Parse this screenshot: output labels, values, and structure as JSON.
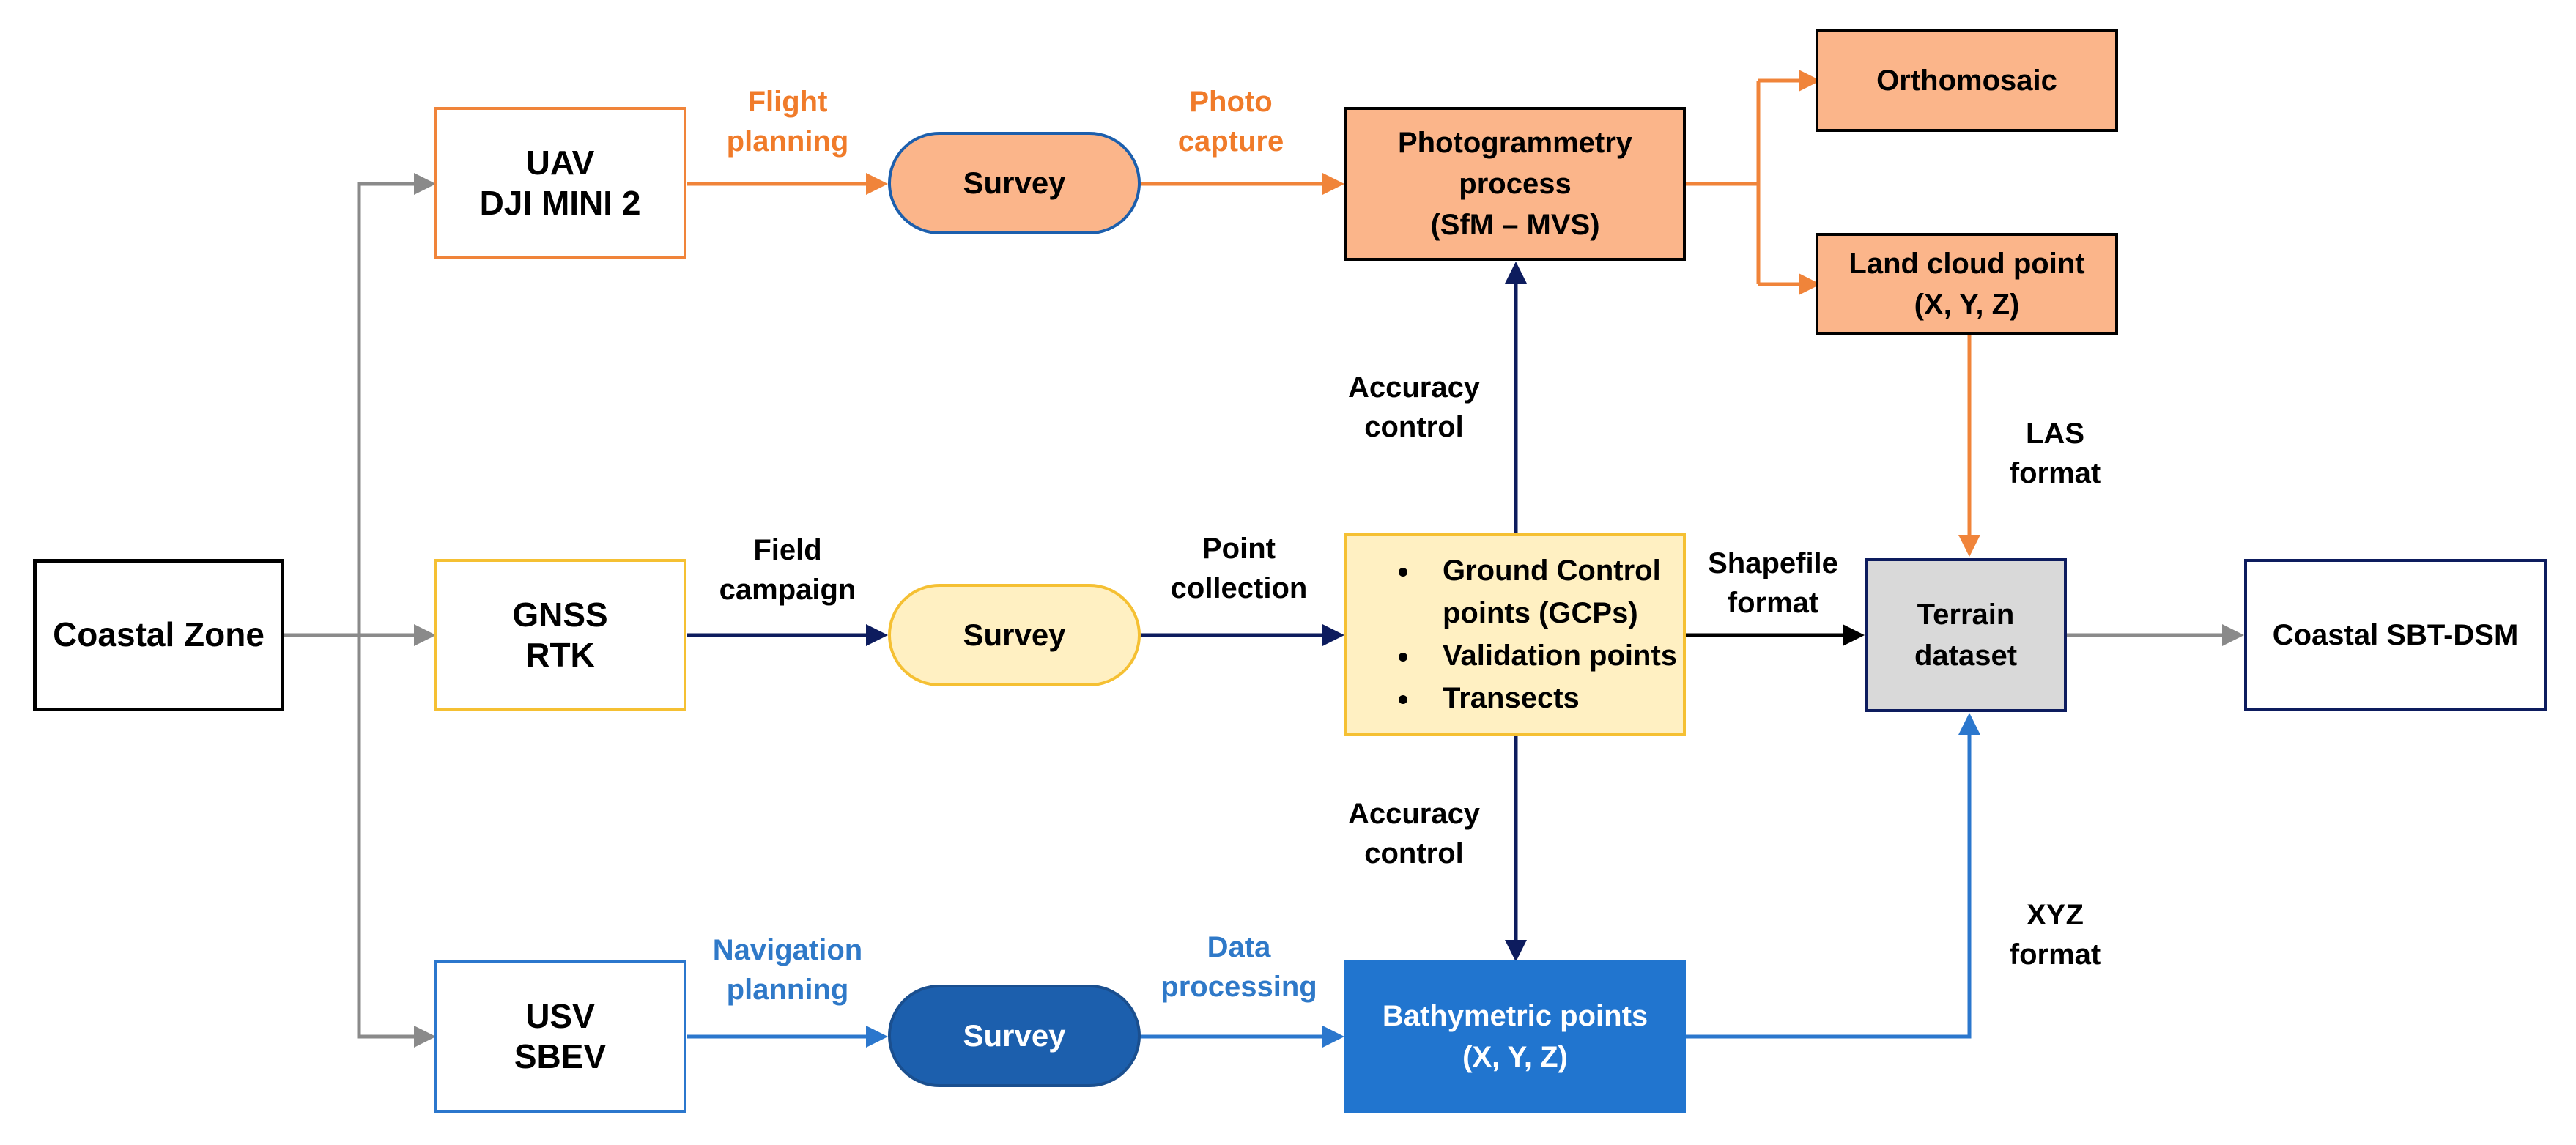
{
  "colors": {
    "orange_stroke": "#f0843a",
    "orange_fill": "#fbb58a",
    "orange_text": "#f07b2a",
    "yellow_stroke": "#f5c033",
    "yellow_fill": "#fff0c2",
    "blue_stroke": "#2b77cd",
    "blue_fill_dark": "#1c5fad",
    "blue_fill": "#2175cf",
    "blue_text": "#2f79c8",
    "navy": "#0d1c5e",
    "gray": "#8a8a8a",
    "terrain_fill": "#d9d9d9"
  },
  "nodes": {
    "coastal_zone": "Coastal Zone",
    "uav": [
      "UAV",
      "DJI MINI 2"
    ],
    "gnss": [
      "GNSS",
      "RTK"
    ],
    "usv": [
      "USV",
      "SBEV"
    ],
    "survey_uav": "Survey",
    "survey_gnss": "Survey",
    "survey_usv": "Survey",
    "photogrammetry": [
      "Photogrammetry",
      "process",
      "(SfM – MVS)"
    ],
    "orthomosaic": "Orthomosaic",
    "land_cloud": [
      "Land cloud point",
      "(X, Y, Z)"
    ],
    "gcp_items": [
      "Ground Control points (GCPs)",
      "Validation points",
      "Transects"
    ],
    "bathymetric": [
      "Bathymetric points",
      "(X, Y, Z)"
    ],
    "terrain": [
      "Terrain",
      "dataset"
    ],
    "output": "Coastal SBT-DSM"
  },
  "edge_labels": {
    "flight_planning": [
      "Flight",
      "planning"
    ],
    "photo_capture": [
      "Photo",
      "capture"
    ],
    "field_campaign": [
      "Field",
      "campaign"
    ],
    "point_collection": [
      "Point",
      "collection"
    ],
    "navigation_planning": [
      "Navigation",
      "planning"
    ],
    "data_processing": [
      "Data",
      "processing"
    ],
    "accuracy_control_top": [
      "Accuracy",
      "control"
    ],
    "accuracy_control_bottom": [
      "Accuracy",
      "control"
    ],
    "las_format": [
      "LAS",
      "format"
    ],
    "shapefile_format": [
      "Shapefile",
      "format"
    ],
    "xyz_format": [
      "XYZ",
      "format"
    ]
  }
}
